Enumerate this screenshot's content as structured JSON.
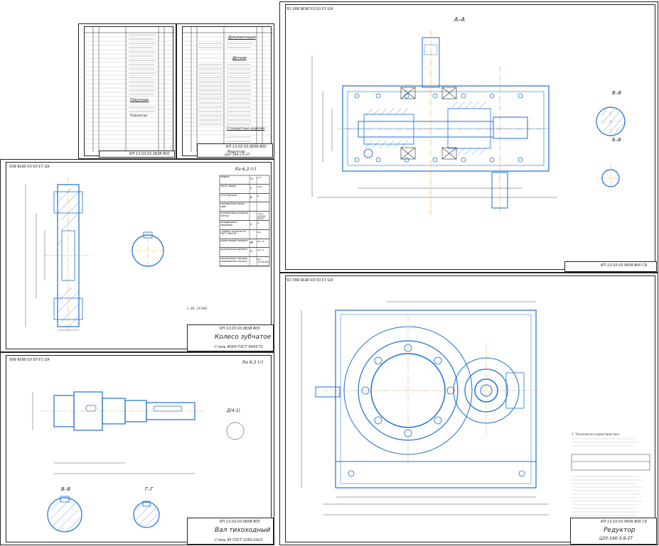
{
  "sheets": {
    "spec1": {
      "code": "КП 13.03.03.0838.800",
      "sec_docs": "Документация",
      "sec_parts": "Детали",
      "sec_std": "Стандартные изделия",
      "title": "Редуктор",
      "subtitle": "Ц2У-160-5,6-2Т"
    },
    "spec2": {
      "code": "КП 13.03.03.0838.800",
      "sec_buy": "Покупные",
      "note": "Подшипник"
    },
    "assembly": {
      "stamp": "КП 13.03.03.0838.800 СБ",
      "section_aa": "А–А",
      "section_vv": "В–В",
      "section_bb": "Б–Б",
      "code": "КП 13.03.03.0838.800 СБ"
    },
    "gear": {
      "stamp": "КП 13.03.03.0838.803",
      "title": "Колесо зубчатое",
      "material": "Сталь 40ХН ГОСТ 4543-71",
      "roughness": "Ra 6,3 (√)",
      "code": "КП 13.03.03.0838.803"
    },
    "shaft": {
      "stamp": "КП 13.03.03.0838.805",
      "title": "Вал тихоходный",
      "material": "Сталь 45 ГОСТ 1050-2013",
      "roughness": "Ra 6,3 (√)",
      "code": "КП 13.03.03.0838.805",
      "section_vv": "В–В",
      "section_gg": "Г–Г",
      "detail": "Д(4:1)"
    },
    "general": {
      "stamp": "КП 13.03.03.0838.800 СБ",
      "title": "Редуктор",
      "subtitle": "Ц2У-160-5,6-2Т",
      "code": "КП 13.03.03.0838.800 СБ",
      "tech_req": "1. Техническая характеристика"
    }
  },
  "gear_params": [
    {
      "label": "Модуль",
      "sym": "m",
      "val": "2,5"
    },
    {
      "label": "Число зубьев",
      "sym": "z",
      "val": "103"
    },
    {
      "label": "Угол наклона",
      "sym": "β",
      "val": "0°"
    },
    {
      "label": "Направление линии зуба",
      "sym": "-",
      "val": "-"
    },
    {
      "label": "Нормальный исходный контур",
      "sym": "-",
      "val": "ГОСТ 13755-2015"
    },
    {
      "label": "Коэффициент смещения",
      "sym": "x",
      "val": "0"
    },
    {
      "label": "Степень точности по ГОСТ 1643-81",
      "sym": "-",
      "val": "8-С"
    },
    {
      "label": "Длина общей нормали",
      "sym": "W",
      "val": "93,78"
    },
    {
      "label": "Делительный диаметр",
      "sym": "d",
      "val": "257,5"
    },
    {
      "label": "Обозначение чертежа сопряжённого колеса",
      "sym": "-",
      "val": "КП 13.03.03.0838.802"
    }
  ],
  "colors": {
    "blue": "#1b6fd6",
    "line": "#222222",
    "orange": "#e08a1a"
  }
}
